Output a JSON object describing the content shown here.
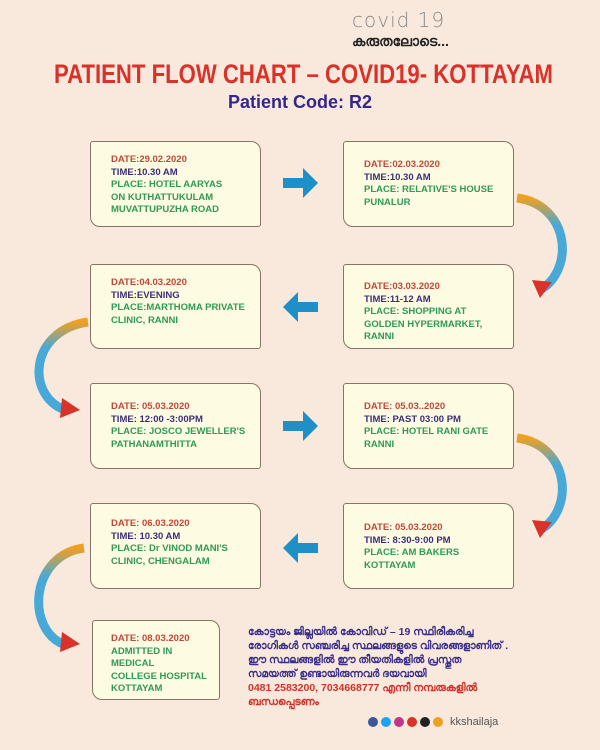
{
  "logo": {
    "line1": "covid 19",
    "line2": "കരുതലോടെ..."
  },
  "header": {
    "title": "PATIENT FLOW CHART – COVID19- KOTTAYAM",
    "subtitle": "Patient Code: R2"
  },
  "steps": [
    {
      "date": "DATE:29.02.2020",
      "time": "TIME:10.30 AM",
      "place": [
        "PLACE: HOTEL AARYAS",
        "ON KUTHATTUKULAM",
        "MUVATTUPUZHA ROAD"
      ]
    },
    {
      "date": "DATE:02.03.2020",
      "time": "TIME:10.30 AM",
      "place": [
        "PLACE: RELATIVE'S HOUSE",
        "PUNALUR"
      ]
    },
    {
      "date": "DATE:03.03.2020",
      "time": "TIME:11-12 AM",
      "place": [
        "PLACE: SHOPPING AT",
        "GOLDEN  HYPERMARKET,",
        "RANNI"
      ]
    },
    {
      "date": "DATE:04.03.2020",
      "time": "TIME:EVENING",
      "place": [
        "PLACE:MARTHOMA PRIVATE",
        "CLINIC, RANNI"
      ]
    },
    {
      "date": "DATE: 05.03.2020",
      "time": "TIME: 12:00 -3:00PM",
      "place": [
        "PLACE: JOSCO JEWELLER'S",
        "PATHANAMTHITTA"
      ]
    },
    {
      "date": "DATE: 05.03..2020",
      "time": "TIME: PAST 03:00 PM",
      "place": [
        "PLACE: HOTEL RANI GATE",
        "RANNI"
      ]
    },
    {
      "date": "DATE: 05.03.2020",
      "time": "TIME: 8:30-9:00 PM",
      "place": [
        "PLACE: AM BAKERS",
        "KOTTAYAM"
      ]
    },
    {
      "date": "DATE: 06.03.2020",
      "time": "TIME: 10.30 AM",
      "place": [
        "PLACE: Dr VINOD MANI'S",
        "CLINIC, CHENGALAM"
      ]
    },
    {
      "date": "DATE: 08.03.2020",
      "place": [
        "ADMITTED IN  MEDICAL",
        "COLLEGE  HOSPITAL",
        "KOTTAYAM"
      ]
    }
  ],
  "notice": {
    "lines": [
      "കോട്ടയം ജില്ലയിൽ കോവിഡ് – 19 സ്ഥിരീകരിച്ച",
      "രോഗികൾ സഞ്ചരിച്ച സ്ഥലങ്ങളുടെ വിവരങ്ങളാണിത് .",
      "ഈ സ്ഥലങ്ങളിൽ ഈ തീയതികളിൽ പ്രസ്തുത",
      "സമയത്ത് ഉണ്ടായിരുന്നവർ ദയവായി"
    ],
    "phones": "0481 2583200, 7034668777",
    "contact_suffix": "എന്നീ നമ്പരുകളിൽ",
    "contact_last": "ബന്ധപ്പെടണം"
  },
  "social": {
    "handle": "kkshailaja",
    "icons": [
      "facebook-icon",
      "twitter-icon",
      "instagram-icon",
      "youtube-icon",
      "tiktok-icon",
      "sharechat-icon"
    ]
  },
  "colors": {
    "background": "#f9e8dc",
    "title": "#d8322a",
    "date": "#c0483a",
    "time": "#3a2f78",
    "place": "#2f9a55",
    "arrow": "#1f8fc8",
    "arrow_tail": "#f0a020",
    "arrow_head": "#d8322a"
  }
}
